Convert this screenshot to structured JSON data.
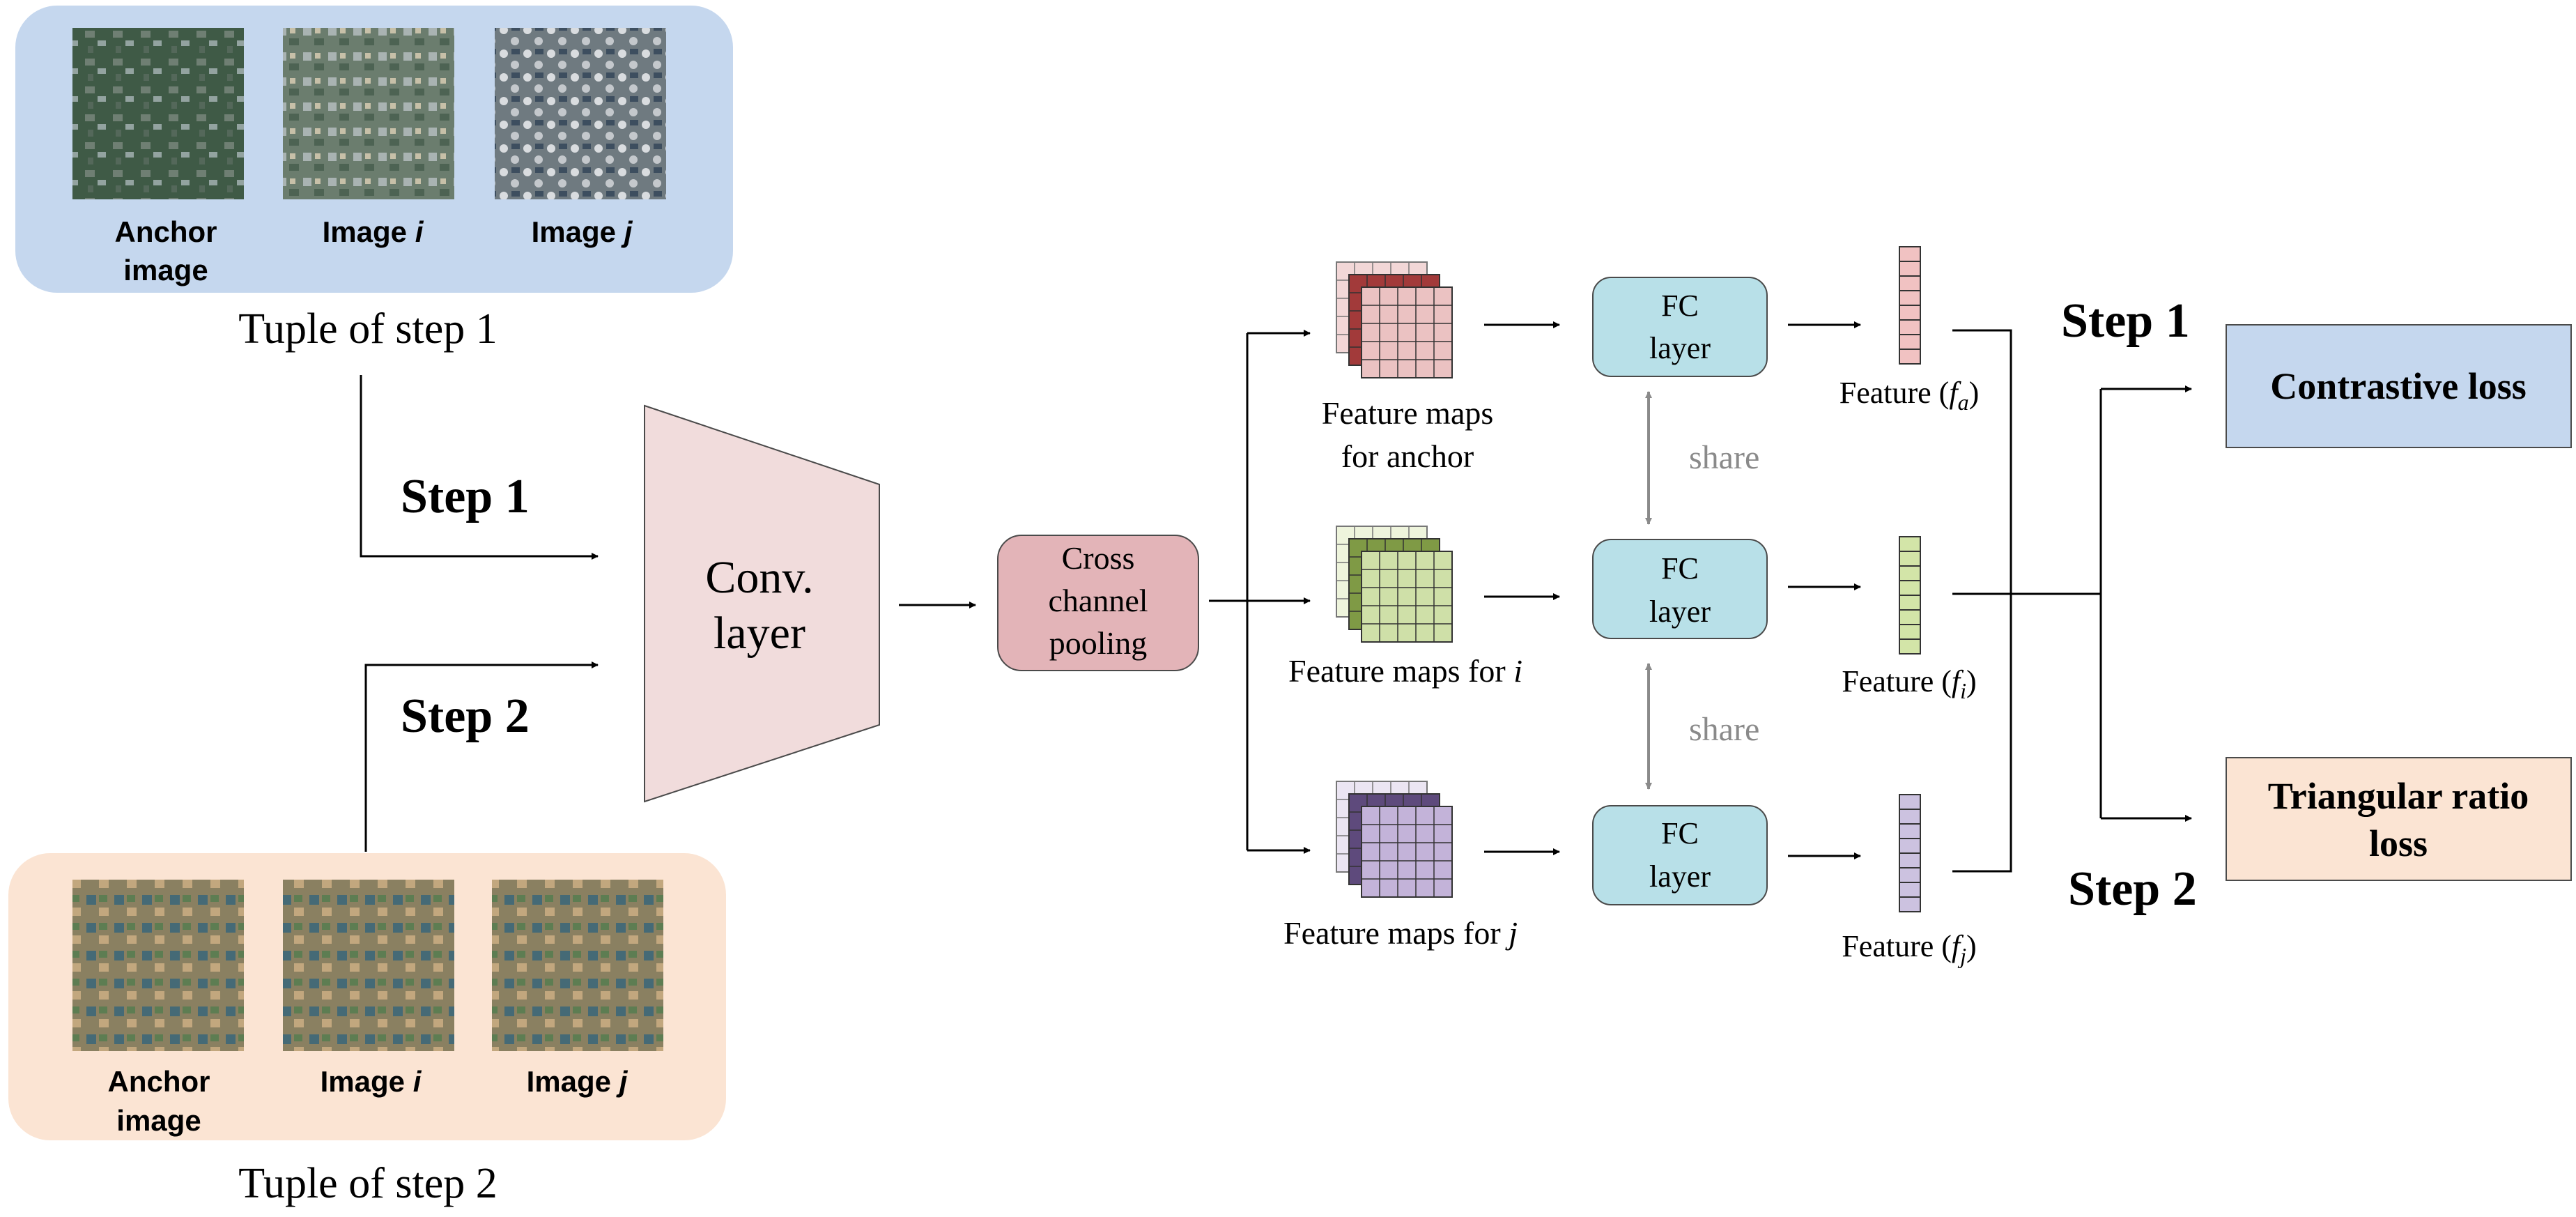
{
  "tuple1": {
    "caption": "Tuple of step 1",
    "images": [
      {
        "label_line1": "Anchor",
        "label_line2": "image",
        "label_var": ""
      },
      {
        "label_line1": "Image ",
        "label_line2": "",
        "label_var": "i"
      },
      {
        "label_line1": "Image ",
        "label_line2": "",
        "label_var": "j"
      }
    ]
  },
  "tuple2": {
    "caption": "Tuple of step 2",
    "images": [
      {
        "label_line1": "Anchor",
        "label_line2": "image",
        "label_var": ""
      },
      {
        "label_line1": "Image ",
        "label_line2": "",
        "label_var": "i"
      },
      {
        "label_line1": "Image ",
        "label_line2": "",
        "label_var": "j"
      }
    ]
  },
  "steps": {
    "step1": "Step 1",
    "step2": "Step 2"
  },
  "conv_layer": {
    "line1": "Conv.",
    "line2": "layer"
  },
  "pooling": {
    "line1": "Cross",
    "line2": "channel",
    "line3": "pooling"
  },
  "feature_maps": [
    {
      "line1": "Feature maps",
      "line2": "for anchor",
      "var": "",
      "color_back": "#f2d7d7",
      "color_mid": "#a23a3a",
      "color_front": "#ebc2c2"
    },
    {
      "line1": "Feature maps for ",
      "line2": "",
      "var": "i",
      "color_back": "#eef4dc",
      "color_mid": "#7f9a45",
      "color_front": "#cfe0a8"
    },
    {
      "line1": "Feature maps for ",
      "line2": "",
      "var": "j",
      "color_back": "#ebe5f2",
      "color_mid": "#5e4a7c",
      "color_front": "#c3b3d9"
    }
  ],
  "fc_layers": [
    {
      "line1": "FC",
      "line2": "layer"
    },
    {
      "line1": "FC",
      "line2": "layer"
    },
    {
      "line1": "FC",
      "line2": "layer"
    }
  ],
  "share_label": "share",
  "features": [
    {
      "prefix": "Feature (",
      "var": "f",
      "sub": "a",
      "suffix": ")",
      "color": "#f1c2c2"
    },
    {
      "prefix": "Feature (",
      "var": "f",
      "sub": "i",
      "suffix": ")",
      "color": "#d3e5a8"
    },
    {
      "prefix": "Feature (",
      "var": "f",
      "sub": "j",
      "suffix": ")",
      "color": "#ccc2e0"
    }
  ],
  "losses": {
    "contrastive": "Contrastive loss",
    "triangular_line1": "Triangular ratio",
    "triangular_line2": "loss"
  },
  "colors": {
    "tuple1_bg": "#c5d7ee",
    "tuple2_bg": "#fbe4d3",
    "conv_fill": "#f1dcdc",
    "pooling_fill": "#e3b4b8",
    "fc_fill": "#b8e0e8",
    "contrastive_fill": "#c5d7ee",
    "triangular_fill": "#fbe4d3",
    "share_gray": "#8a8a8a"
  }
}
